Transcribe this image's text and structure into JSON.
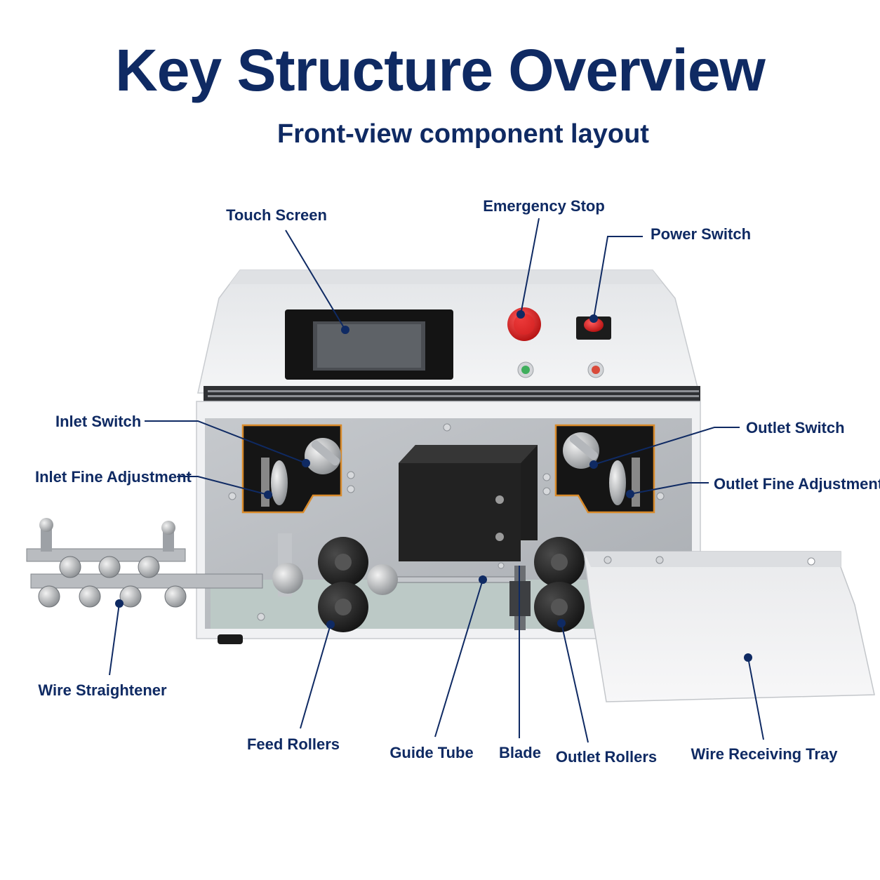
{
  "header": {
    "title": "Key Structure Overview",
    "subtitle": "Front-view component layout"
  },
  "colors": {
    "navy": "#0f2a63",
    "machine_white": "#eeeff1",
    "panel_steel": "#b9bcc0",
    "orange_trim": "#d88a2a",
    "red_button": "#d81e1e",
    "green_indicator": "#3fae5c"
  },
  "labels": {
    "touch_screen": "Touch Screen",
    "emergency_stop": "Emergency Stop",
    "power_switch": "Power Switch",
    "inlet_switch": "Inlet Switch",
    "inlet_fine_adjustment": "Inlet Fine Adjustment",
    "outlet_switch": "Outlet Switch",
    "outlet_fine_adjustment": "Outlet Fine Adjustment",
    "wire_straightener": "Wire Straightener",
    "feed_rollers": "Feed Rollers",
    "guide_tube": "Guide Tube",
    "blade": "Blade",
    "outlet_rollers": "Outlet Rollers",
    "wire_receiving_tray": "Wire Receiving Tray"
  },
  "icons": {
    "leader_marker": "filled-dot"
  }
}
